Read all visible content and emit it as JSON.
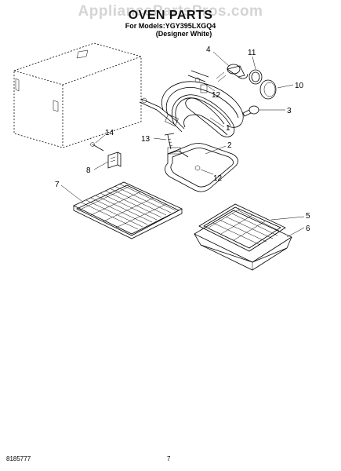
{
  "watermark": "AppliancePartsPros.com",
  "title": "OVEN PARTS",
  "models_line": "For Models:YGY395LXGQ4",
  "variant_line": "(Designer White)",
  "callouts": {
    "c1": "1",
    "c2": "2",
    "c3": "3",
    "c4": "4",
    "c5": "5",
    "c6": "6",
    "c7": "7",
    "c8": "8",
    "c10": "10",
    "c11": "11",
    "c12a": "12",
    "c12b": "12",
    "c13": "13",
    "c14": "14"
  },
  "footer": {
    "doc_number": "8185777",
    "page_number": "7"
  }
}
